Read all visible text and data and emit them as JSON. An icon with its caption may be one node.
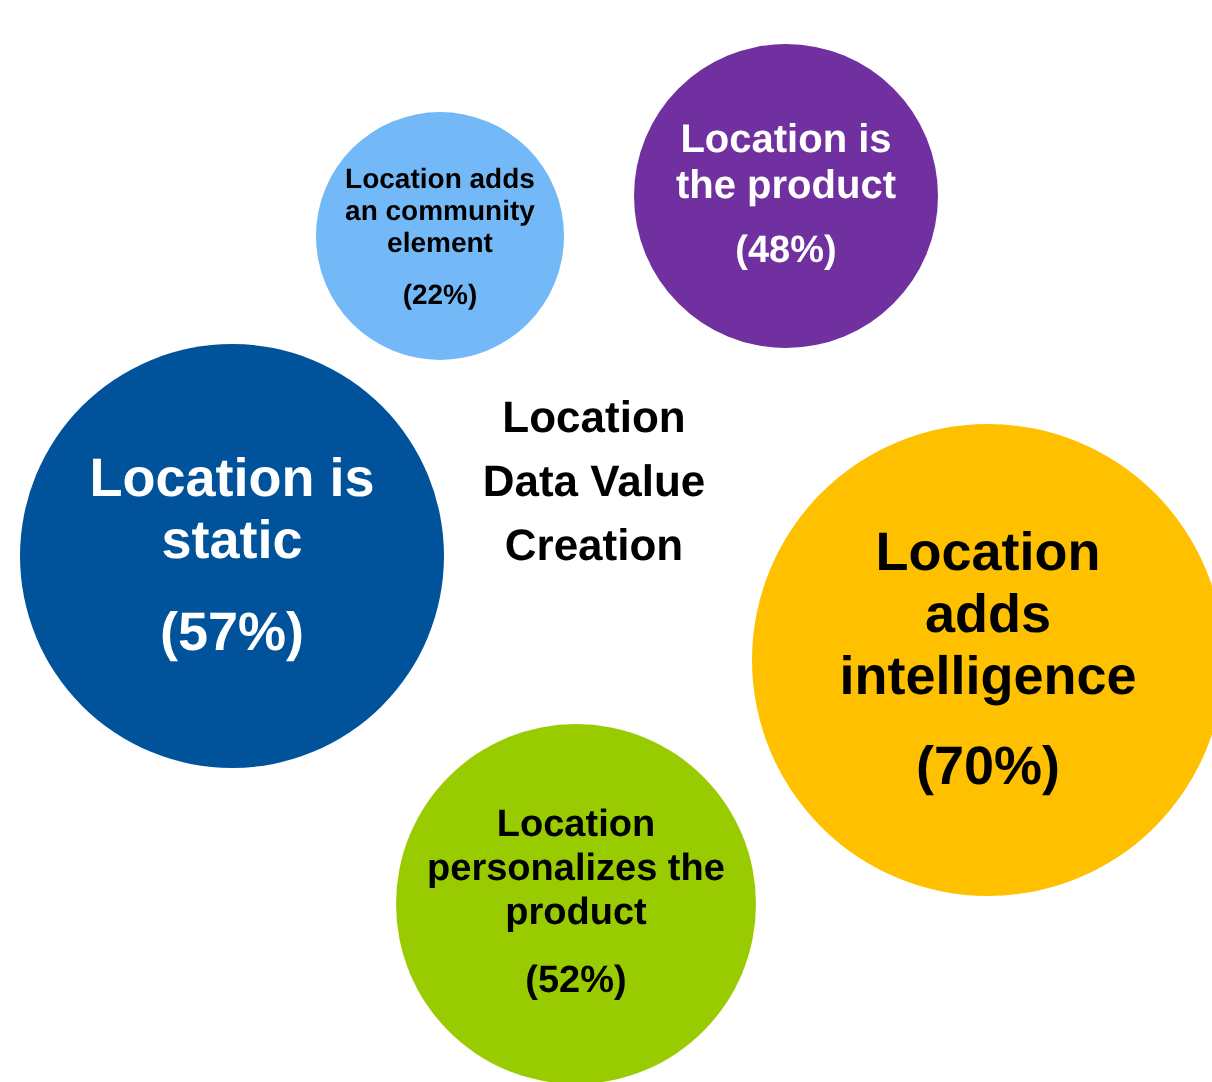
{
  "diagram": {
    "nodes": [
      {
        "text": [
          "Location adds an community element",
          "(22%)"
        ]
      },
      {
        "text": [
          "Location is the product",
          "(48%)"
        ]
      },
      {
        "text": [
          "Location is static",
          "(57%)"
        ]
      },
      {
        "text": [
          "Location adds intelligence",
          "(70%)"
        ]
      },
      {
        "text": [
          "Location personalizes the product",
          "(52%)"
        ]
      }
    ],
    "labels": [
      "Location Data Value Creation"
    ]
  }
}
